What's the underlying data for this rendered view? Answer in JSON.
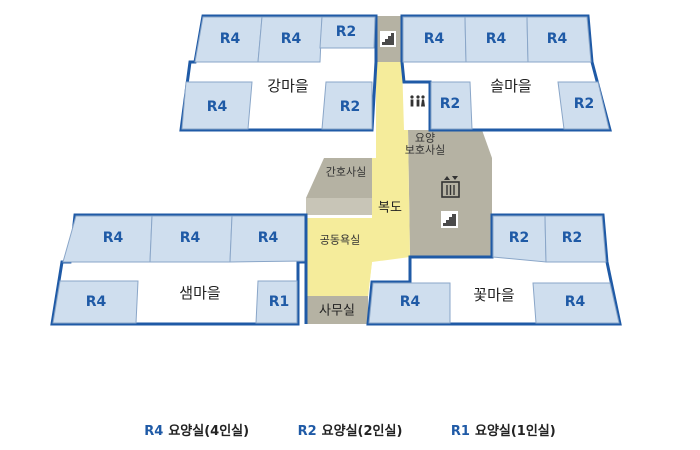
{
  "villages": {
    "gang": "강마을",
    "sol": "솔마을",
    "saem": "샘마을",
    "kkot": "꽃마을"
  },
  "rooms": {
    "gang_top_1": "R4",
    "gang_top_2": "R4",
    "gang_top_3": "R2",
    "gang_bottom_1": "R4",
    "gang_bottom_2": "R2",
    "sol_top_1": "R4",
    "sol_top_2": "R4",
    "sol_top_3": "R4",
    "sol_bottom_1": "R2",
    "sol_bottom_2": "R2",
    "saem_top_1": "R4",
    "saem_top_2": "R4",
    "saem_top_3": "R4",
    "saem_bottom_1": "R4",
    "saem_bottom_2": "R1",
    "kkot_top_1": "R2",
    "kkot_top_2": "R2",
    "kkot_bottom_1": "R4",
    "kkot_bottom_2": "R4"
  },
  "facilities": {
    "protection_line1": "요양",
    "protection_line2": "보호사실",
    "nurse_station": "간호사실",
    "bath": "공동욕실",
    "office": "사무실",
    "corridor": "복도"
  },
  "icons": {
    "stairs": "stairs-icon",
    "restroom": "restroom-icon",
    "elevator": "elevator-icon"
  },
  "colors": {
    "room_fill": "#cfdeee",
    "wall": "#1f5aa6",
    "corridor": "#f5ec9b",
    "facility": "#b5b2a3",
    "label": "#1f5aa6"
  },
  "legend": [
    {
      "code": "R4",
      "text": "요양실(4인실)"
    },
    {
      "code": "R2",
      "text": "요양실(2인실)"
    },
    {
      "code": "R1",
      "text": "요양실(1인실)"
    }
  ]
}
